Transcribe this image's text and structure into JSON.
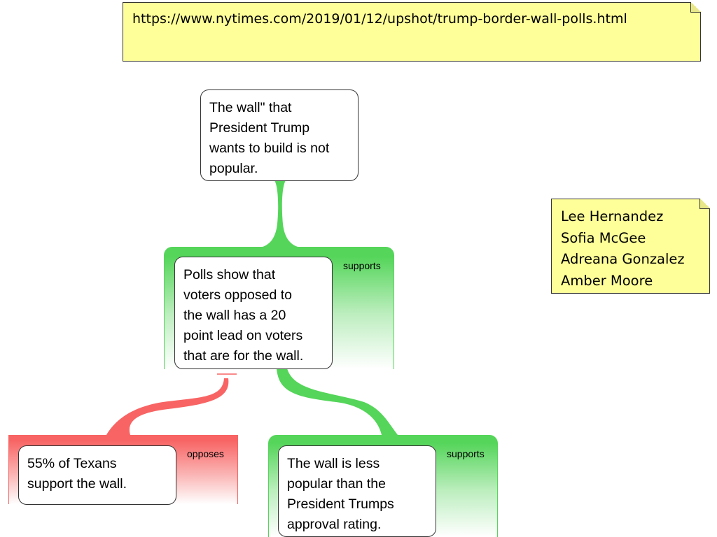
{
  "url_note": {
    "text": "https://www.nytimes.com/2019/01/12/upshot/trump-border-wall-polls.html"
  },
  "authors_note": {
    "names": [
      "Lee Hernandez",
      "Sofia McGee",
      "Adreana Gonzalez",
      "Amber Moore"
    ]
  },
  "claim": {
    "lines": [
      "The wall\" that",
      "President Trump",
      "wants to build is not",
      "popular."
    ]
  },
  "reason": {
    "relation": "supports",
    "lines": [
      "Polls show that",
      "voters opposed to",
      "the wall has a 20",
      "point lead on voters",
      "that are for the wall."
    ]
  },
  "objection": {
    "relation": "opposes",
    "lines": [
      "55% of Texans",
      "support the wall."
    ]
  },
  "support": {
    "relation": "supports",
    "lines": [
      "The wall is less",
      "popular than the",
      "President Trumps",
      "approval rating."
    ]
  },
  "colors": {
    "supports": "#55d55a",
    "opposes": "#f86464",
    "note": "#ffff99"
  }
}
